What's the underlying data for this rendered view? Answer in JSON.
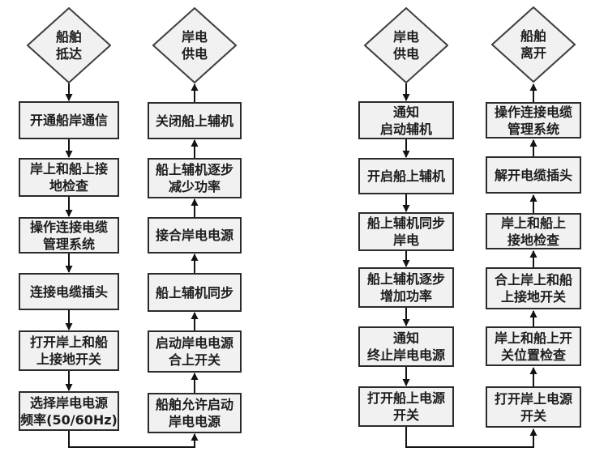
{
  "colors": {
    "background": "#ffffff",
    "node_fill": "#f1f1f1",
    "node_border": "#2b2b2b",
    "diamond_border": "#3f3f3f",
    "arrow": "#141414",
    "text": "#1d1d1d"
  },
  "diagram": {
    "columns": [
      {
        "terminal": "船舶\n抵达",
        "direction": "down",
        "steps": [
          "开通船岸通信",
          "岸上和船上接\n地检查",
          "操作连接电缆\n管理系统",
          "连接电缆插头",
          "打开岸上和船\n上接地开关",
          "选择岸电电源\n频率(50/60Hz)"
        ]
      },
      {
        "terminal": "岸电\n供电",
        "direction": "up",
        "steps": [
          "关闭船上辅机",
          "船上辅机逐步\n减少功率",
          "接合岸电电源",
          "船上辅机同步",
          "启动岸电电源\n合上开关",
          "船舶允许启动\n岸电电源"
        ]
      },
      {
        "terminal": "岸电\n供电",
        "direction": "down",
        "steps": [
          "通知\n启动辅机",
          "开启船上辅机",
          "船上辅机同步\n岸电",
          "船上辅机逐步\n增加功率",
          "通知\n终止岸电电源",
          "打开船上电源\n开关"
        ]
      },
      {
        "terminal": "船舶\n离开",
        "direction": "up",
        "steps": [
          "操作连接电缆\n管理系统",
          "解开电缆插头",
          "岸上和船上\n接地检查",
          "合上岸上和船\n上接地开关",
          "岸上和船上开\n关位置检查",
          "打开岸上电源\n开关"
        ]
      }
    ]
  }
}
